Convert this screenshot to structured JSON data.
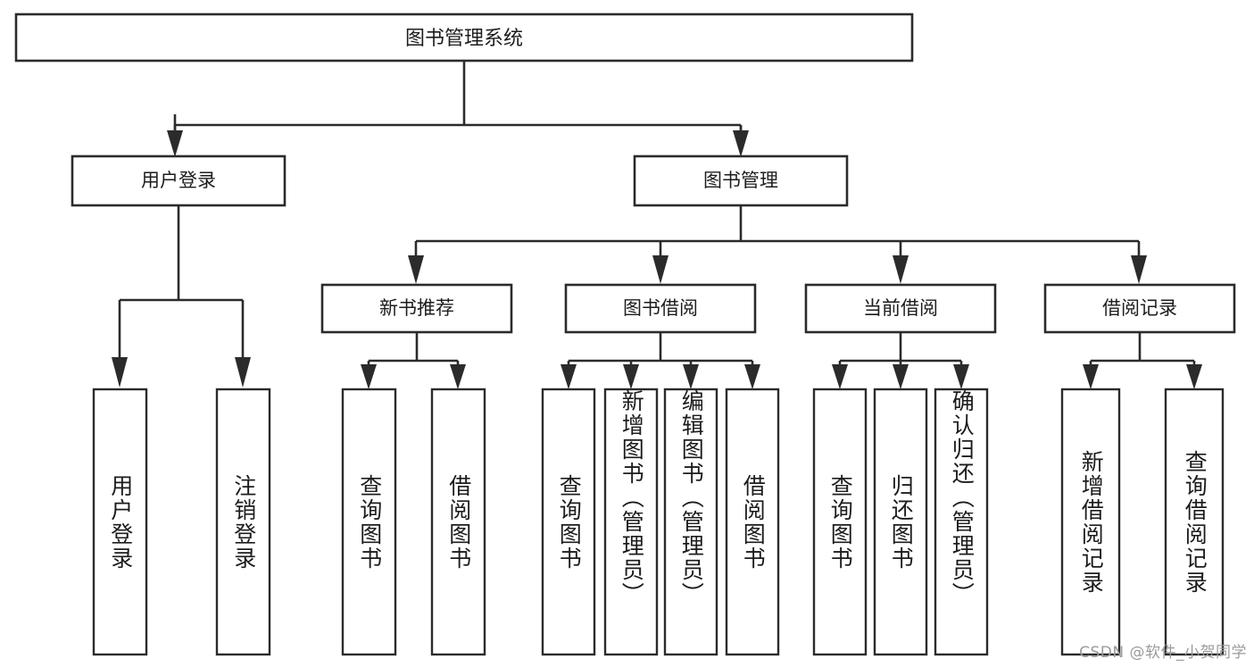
{
  "diagram": {
    "title": "图书管理系统",
    "type": "tree",
    "root": {
      "id": "root",
      "label": "图书管理系统",
      "orientation": "horizontal"
    },
    "level2": [
      {
        "id": "user-login",
        "label": "用户登录",
        "orientation": "horizontal"
      },
      {
        "id": "book-management",
        "label": "图书管理",
        "orientation": "horizontal"
      }
    ],
    "level3": [
      {
        "id": "new-book-recommend",
        "label": "新书推荐",
        "parent": "book-management",
        "orientation": "horizontal"
      },
      {
        "id": "book-borrow",
        "label": "图书借阅",
        "parent": "book-management",
        "orientation": "horizontal"
      },
      {
        "id": "current-borrow",
        "label": "当前借阅",
        "parent": "book-management",
        "orientation": "horizontal"
      },
      {
        "id": "borrow-record",
        "label": "借阅记录",
        "parent": "book-management",
        "orientation": "horizontal"
      }
    ],
    "leaves": [
      {
        "id": "leaf-user-login",
        "label": "用户登录",
        "parent": "user-login",
        "orientation": "vertical"
      },
      {
        "id": "leaf-logout-login",
        "label": "注销登录",
        "parent": "user-login",
        "orientation": "vertical"
      },
      {
        "id": "leaf-query-book-1",
        "label": "查询图书",
        "parent": "new-book-recommend",
        "orientation": "vertical"
      },
      {
        "id": "leaf-borrow-book-1",
        "label": "借阅图书",
        "parent": "new-book-recommend",
        "orientation": "vertical"
      },
      {
        "id": "leaf-query-book-2",
        "label": "查询图书",
        "parent": "book-borrow",
        "orientation": "vertical"
      },
      {
        "id": "leaf-add-book",
        "label": "新增图书（管理员）",
        "parent": "book-borrow",
        "orientation": "vertical"
      },
      {
        "id": "leaf-edit-book",
        "label": "编辑图书（管理员）",
        "parent": "book-borrow",
        "orientation": "vertical"
      },
      {
        "id": "leaf-borrow-book-2",
        "label": "借阅图书",
        "parent": "book-borrow",
        "orientation": "vertical"
      },
      {
        "id": "leaf-query-book-3",
        "label": "查询图书",
        "parent": "current-borrow",
        "orientation": "vertical"
      },
      {
        "id": "leaf-return-book",
        "label": "归还图书",
        "parent": "current-borrow",
        "orientation": "vertical"
      },
      {
        "id": "leaf-confirm-return",
        "label": "确认归还（管理员）",
        "parent": "current-borrow",
        "orientation": "vertical"
      },
      {
        "id": "leaf-add-record",
        "label": "新增借阅记录",
        "parent": "borrow-record",
        "orientation": "vertical"
      },
      {
        "id": "leaf-query-record",
        "label": "查询借阅记录",
        "parent": "borrow-record",
        "orientation": "vertical"
      }
    ],
    "colors": {
      "stroke": "#2b2b2b",
      "fill": "#ffffff",
      "text": "#1c1c1c",
      "watermark": "#9b9b9b"
    }
  },
  "watermark": {
    "text": "CSDN @软件_小贺同学"
  }
}
